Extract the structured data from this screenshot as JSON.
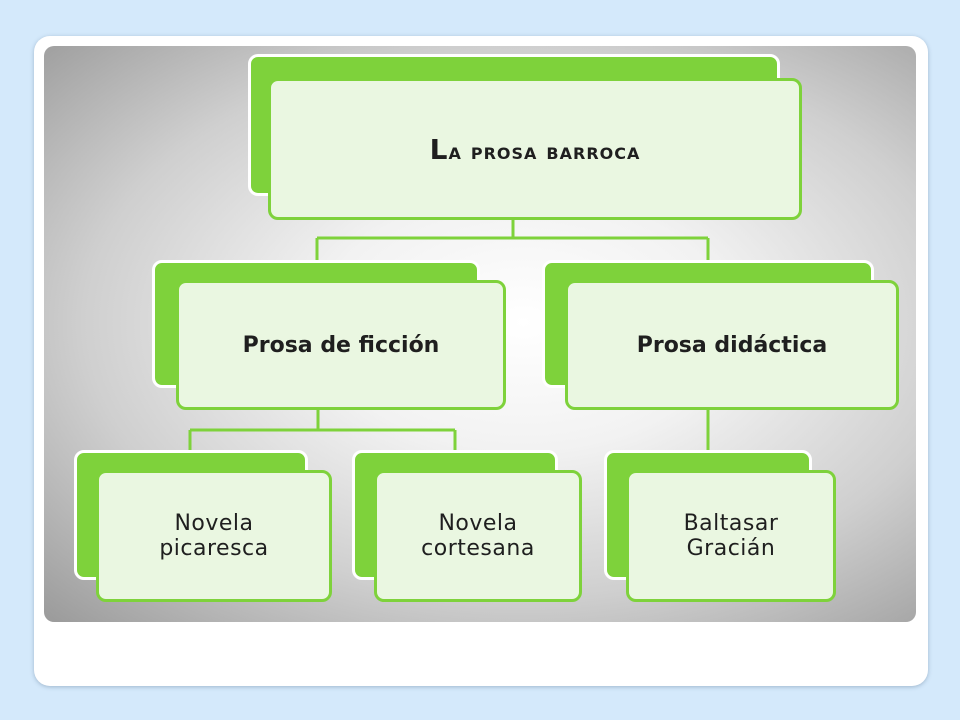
{
  "diagram": {
    "root": {
      "label_initial": "L",
      "label_rest": "a prosa barroca"
    },
    "branches": [
      {
        "label": "Prosa de ficción",
        "children": [
          {
            "line1": "Novela",
            "line2": "picaresca"
          },
          {
            "line1": "Novela",
            "line2": "cortesana"
          }
        ]
      },
      {
        "label": "Prosa didáctica",
        "children": [
          {
            "line1": "Baltasar",
            "line2": "Gracián"
          }
        ]
      }
    ]
  },
  "colors": {
    "background": "#d4e9fb",
    "accent_green": "#7ed23b",
    "node_fill": "#eaf7e1"
  }
}
